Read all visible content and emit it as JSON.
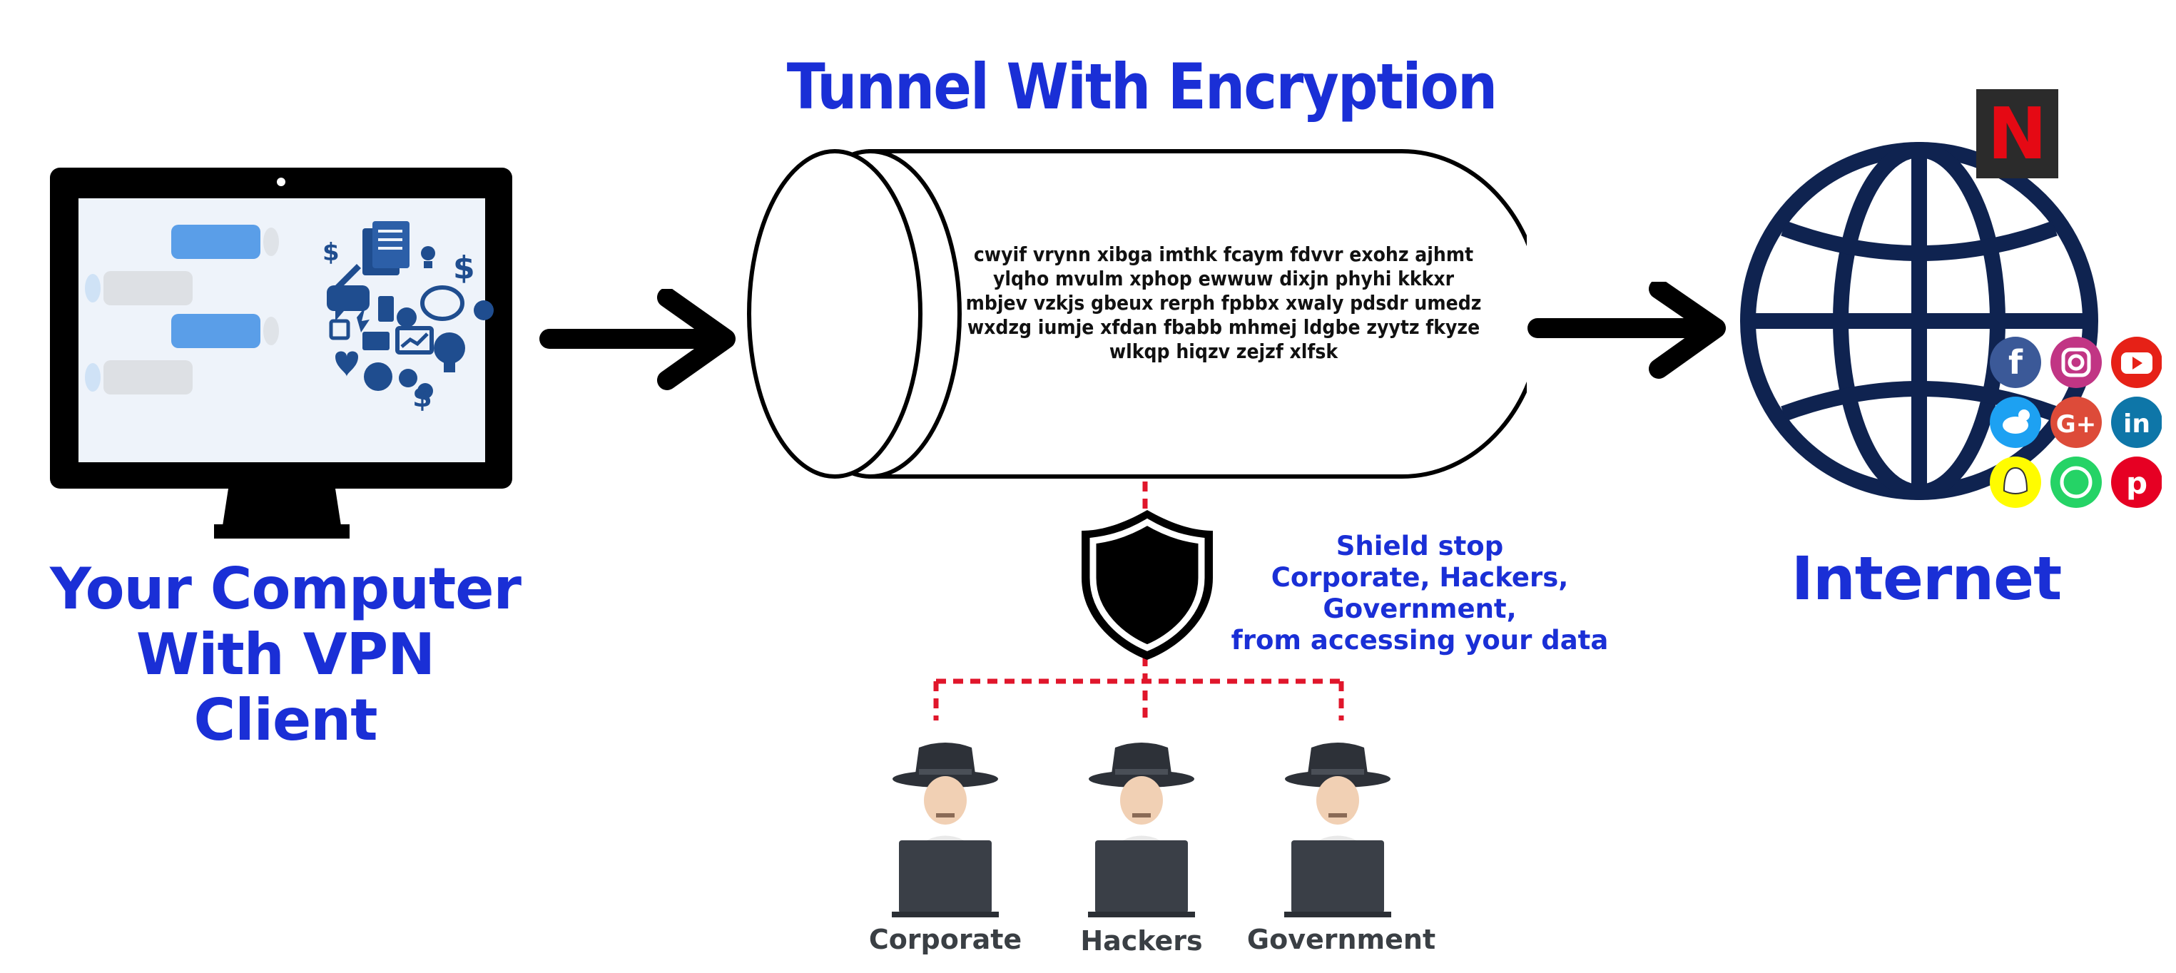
{
  "tunnel": {
    "title": "Tunnel With Encryption",
    "cipher_text": "cwyif vrynn xibga imthk fcaym fdvvr exohz ajhmt ylqho mvulm xphop ewwuw dixjn phyhi kkkxr mbjev vzkjs gbeux rerph fpbbx xwaly pdsdr umedz wxdzg iumje xfdan fbabb mhmej ldgbe zyytz fkyze wlkqp hiqzv zejzf xlfsk"
  },
  "computer": {
    "title_line1": "Your Computer",
    "title_line2": "With VPN Client"
  },
  "internet": {
    "title": "Internet",
    "brand_letter": "N",
    "social_icons": [
      "facebook-icon",
      "instagram-icon",
      "youtube-icon",
      "twitter-icon",
      "google-plus-icon",
      "linkedin-icon",
      "snapchat-icon",
      "whatsapp-icon",
      "pinterest-icon"
    ]
  },
  "shield": {
    "note_line1": "Shield stop",
    "note_line2": "Corporate, Hackers, Government,",
    "note_line3": "from accessing your data"
  },
  "threats": [
    {
      "label": "Corporate"
    },
    {
      "label": "Hackers"
    },
    {
      "label": "Government"
    }
  ],
  "colors": {
    "title_blue": "#1a2fd6",
    "globe_navy": "#0f2350",
    "dash_red": "#e0162b",
    "chat_blue": "#5a9ee8",
    "icon_blue": "#1f4d8f",
    "hacker_gray": "#3a3f47"
  }
}
